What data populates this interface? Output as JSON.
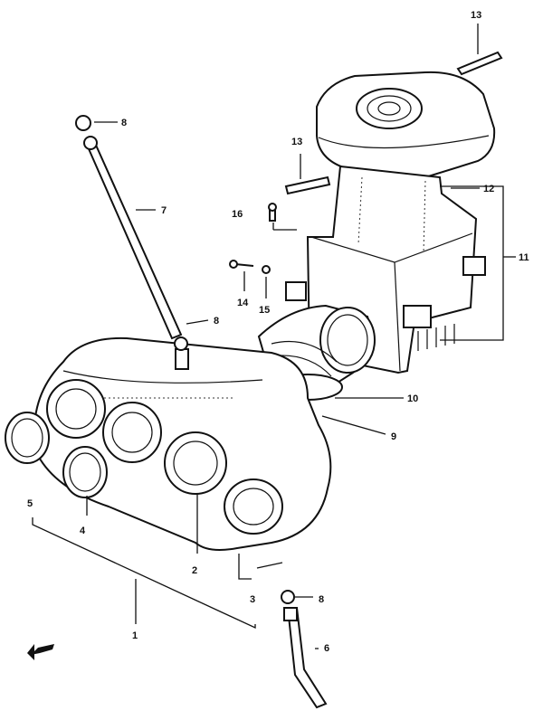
{
  "callouts": [
    "1",
    "2",
    "3",
    "4",
    "5",
    "6",
    "7",
    "8",
    "8",
    "8",
    "9",
    "10",
    "11",
    "12",
    "13",
    "13",
    "14",
    "15",
    "16"
  ],
  "front_arrow_icon": "front-direction-arrow-icon"
}
